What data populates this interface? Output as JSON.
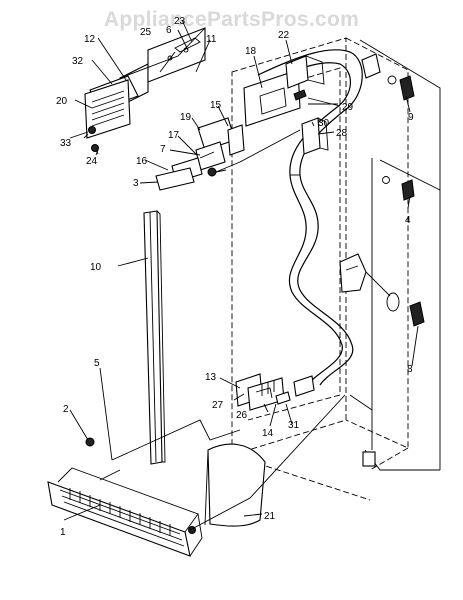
{
  "watermark": "AppliancePartsPros.com",
  "callouts": [
    "1",
    "2",
    "3",
    "4",
    "5",
    "6",
    "7",
    "8",
    "9",
    "10",
    "11",
    "12",
    "13",
    "14",
    "15",
    "16",
    "17",
    "18",
    "19",
    "20",
    "21",
    "22",
    "23",
    "24",
    "25",
    "26",
    "27",
    "28",
    "29",
    "30",
    "31",
    "32",
    "33"
  ]
}
